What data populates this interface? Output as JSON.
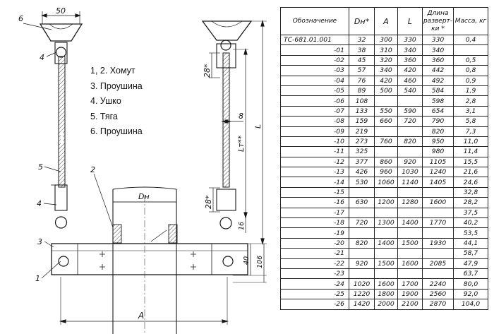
{
  "drawing": {
    "dim_top": "50",
    "dim_28_upper": "28*",
    "dim_8": "8",
    "dim_lt": "Lт**",
    "dim_L": "L",
    "dim_28_lower": "28*",
    "dim_16": "16",
    "dim_40": "40",
    "dim_106": "106",
    "dim_A": "A",
    "dim_dn": "Dн",
    "callouts": [
      "6",
      "4",
      "5",
      "4",
      "3",
      "1",
      "2"
    ]
  },
  "legend": [
    "1, 2. Хомут",
    "3. Проушина",
    "4. Ушко",
    "5. Тяга",
    "6. Проушина"
  ],
  "table": {
    "headers": {
      "designation": "Обозначение",
      "dn": "Dн*",
      "a": "A",
      "l": "L",
      "dev_length": "Длина разверт-ки *",
      "mass": "Масса, кг"
    },
    "rows": [
      {
        "des": "ТС-681.01.001",
        "dn": "32",
        "a": "300",
        "l": "330",
        "len": "330",
        "mass": "0,4"
      },
      {
        "des": "-01",
        "dn": "38",
        "a": "310",
        "l": "340",
        "len": "340",
        "mass": ""
      },
      {
        "des": "-02",
        "dn": "45",
        "a": "320",
        "l": "360",
        "len": "360",
        "mass": "0,5"
      },
      {
        "des": "-03",
        "dn": "57",
        "a": "340",
        "l": "420",
        "len": "442",
        "mass": "0,8"
      },
      {
        "des": "-04",
        "dn": "76",
        "a": "420",
        "l": "460",
        "len": "492",
        "mass": "0,9"
      },
      {
        "des": "-05",
        "dn": "89",
        "a": "500",
        "l": "540",
        "len": "584",
        "mass": "1,9"
      },
      {
        "des": "-06",
        "dn": "108",
        "a": "",
        "l": "",
        "len": "598",
        "mass": "2,8"
      },
      {
        "des": "-07",
        "dn": "133",
        "a": "550",
        "l": "590",
        "len": "654",
        "mass": "3,1"
      },
      {
        "des": "-08",
        "dn": "159",
        "a": "660",
        "l": "720",
        "len": "790",
        "mass": "5,8"
      },
      {
        "des": "-09",
        "dn": "219",
        "a": "",
        "l": "",
        "len": "820",
        "mass": "7,3"
      },
      {
        "des": "-10",
        "dn": "273",
        "a": "760",
        "l": "820",
        "len": "950",
        "mass": "11,0"
      },
      {
        "des": "-11",
        "dn": "325",
        "a": "",
        "l": "",
        "len": "980",
        "mass": "11,4"
      },
      {
        "des": "-12",
        "dn": "377",
        "a": "860",
        "l": "920",
        "len": "1105",
        "mass": "15,5"
      },
      {
        "des": "-13",
        "dn": "426",
        "a": "960",
        "l": "1030",
        "len": "1240",
        "mass": "21,6"
      },
      {
        "des": "-14",
        "dn": "530",
        "a": "1060",
        "l": "1140",
        "len": "1405",
        "mass": "24,6"
      },
      {
        "des": "-15",
        "dn": "",
        "a": "",
        "l": "",
        "len": "",
        "mass": "32,8"
      },
      {
        "des": "-16",
        "dn": "630",
        "a": "1200",
        "l": "1280",
        "len": "1600",
        "mass": "28,2"
      },
      {
        "des": "-17",
        "dn": "",
        "a": "",
        "l": "",
        "len": "",
        "mass": "37,5"
      },
      {
        "des": "-18",
        "dn": "720",
        "a": "1300",
        "l": "1400",
        "len": "1770",
        "mass": "40,2"
      },
      {
        "des": "-19",
        "dn": "",
        "a": "",
        "l": "",
        "len": "",
        "mass": "53,5"
      },
      {
        "des": "-20",
        "dn": "820",
        "a": "1400",
        "l": "1500",
        "len": "1930",
        "mass": "44,1"
      },
      {
        "des": "-21",
        "dn": "",
        "a": "",
        "l": "",
        "len": "",
        "mass": "58,7"
      },
      {
        "des": "-22",
        "dn": "920",
        "a": "1500",
        "l": "1600",
        "len": "2085",
        "mass": "47,9"
      },
      {
        "des": "-23",
        "dn": "",
        "a": "",
        "l": "",
        "len": "",
        "mass": "63,7"
      },
      {
        "des": "-24",
        "dn": "1020",
        "a": "1600",
        "l": "1700",
        "len": "2240",
        "mass": "80,0"
      },
      {
        "des": "-25",
        "dn": "1220",
        "a": "1800",
        "l": "1900",
        "len": "2560",
        "mass": "92,0"
      },
      {
        "des": "-26",
        "dn": "1420",
        "a": "2000",
        "l": "2100",
        "len": "2870",
        "mass": "104,0"
      }
    ]
  }
}
